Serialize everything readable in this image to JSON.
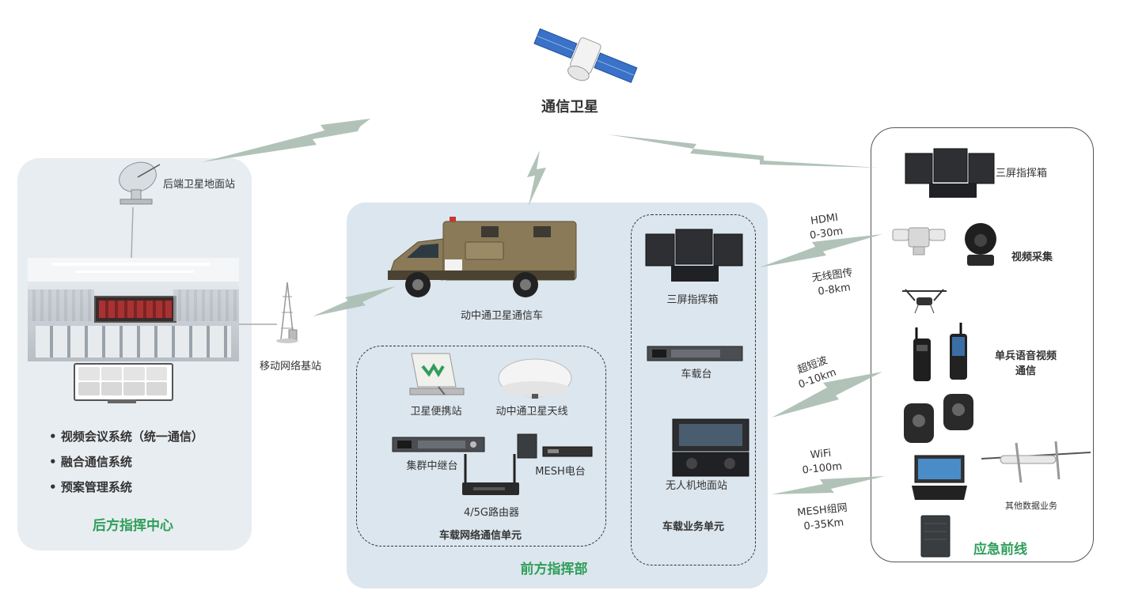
{
  "satellite": {
    "label": "通信卫星"
  },
  "back_center": {
    "ground_station_label": "后端卫星地面站",
    "bullets": [
      "视频会议系统（统一通信）",
      "融合通信系统",
      "预案管理系统"
    ],
    "title": "后方指挥中心"
  },
  "base_station": {
    "label": "移动网络基站"
  },
  "front_command": {
    "title": "前方指挥部",
    "vehicle_label": "动中通卫星通信车",
    "network_unit": {
      "title": "车载网络通信单元",
      "items": [
        "卫星便携站",
        "动中通卫星天线",
        "集群中继台",
        "MESH电台",
        "4/5G路由器"
      ]
    },
    "business_unit": {
      "title": "车载业务单元",
      "items": [
        "三屏指挥箱",
        "车载台",
        "无人机地面站"
      ]
    }
  },
  "links": [
    {
      "label": "HDMI",
      "range": "0-30m"
    },
    {
      "label": "无线图传",
      "range": "0-8km"
    },
    {
      "label": "超短波",
      "range": "0-10km"
    },
    {
      "label": "WiFi",
      "range": "0-100m"
    },
    {
      "label": "MESH组网",
      "range": "0-35Km"
    }
  ],
  "frontline": {
    "title": "应急前线",
    "items": [
      "三屏指挥箱",
      "视频采集",
      "单兵语音视频",
      "通信",
      "其他数据业务"
    ]
  },
  "colors": {
    "accent_green": "#2f9e5a",
    "panel_blue": "#dce6ee",
    "panel_gray": "#e9eef2",
    "bolt": "#a9bdb0"
  }
}
